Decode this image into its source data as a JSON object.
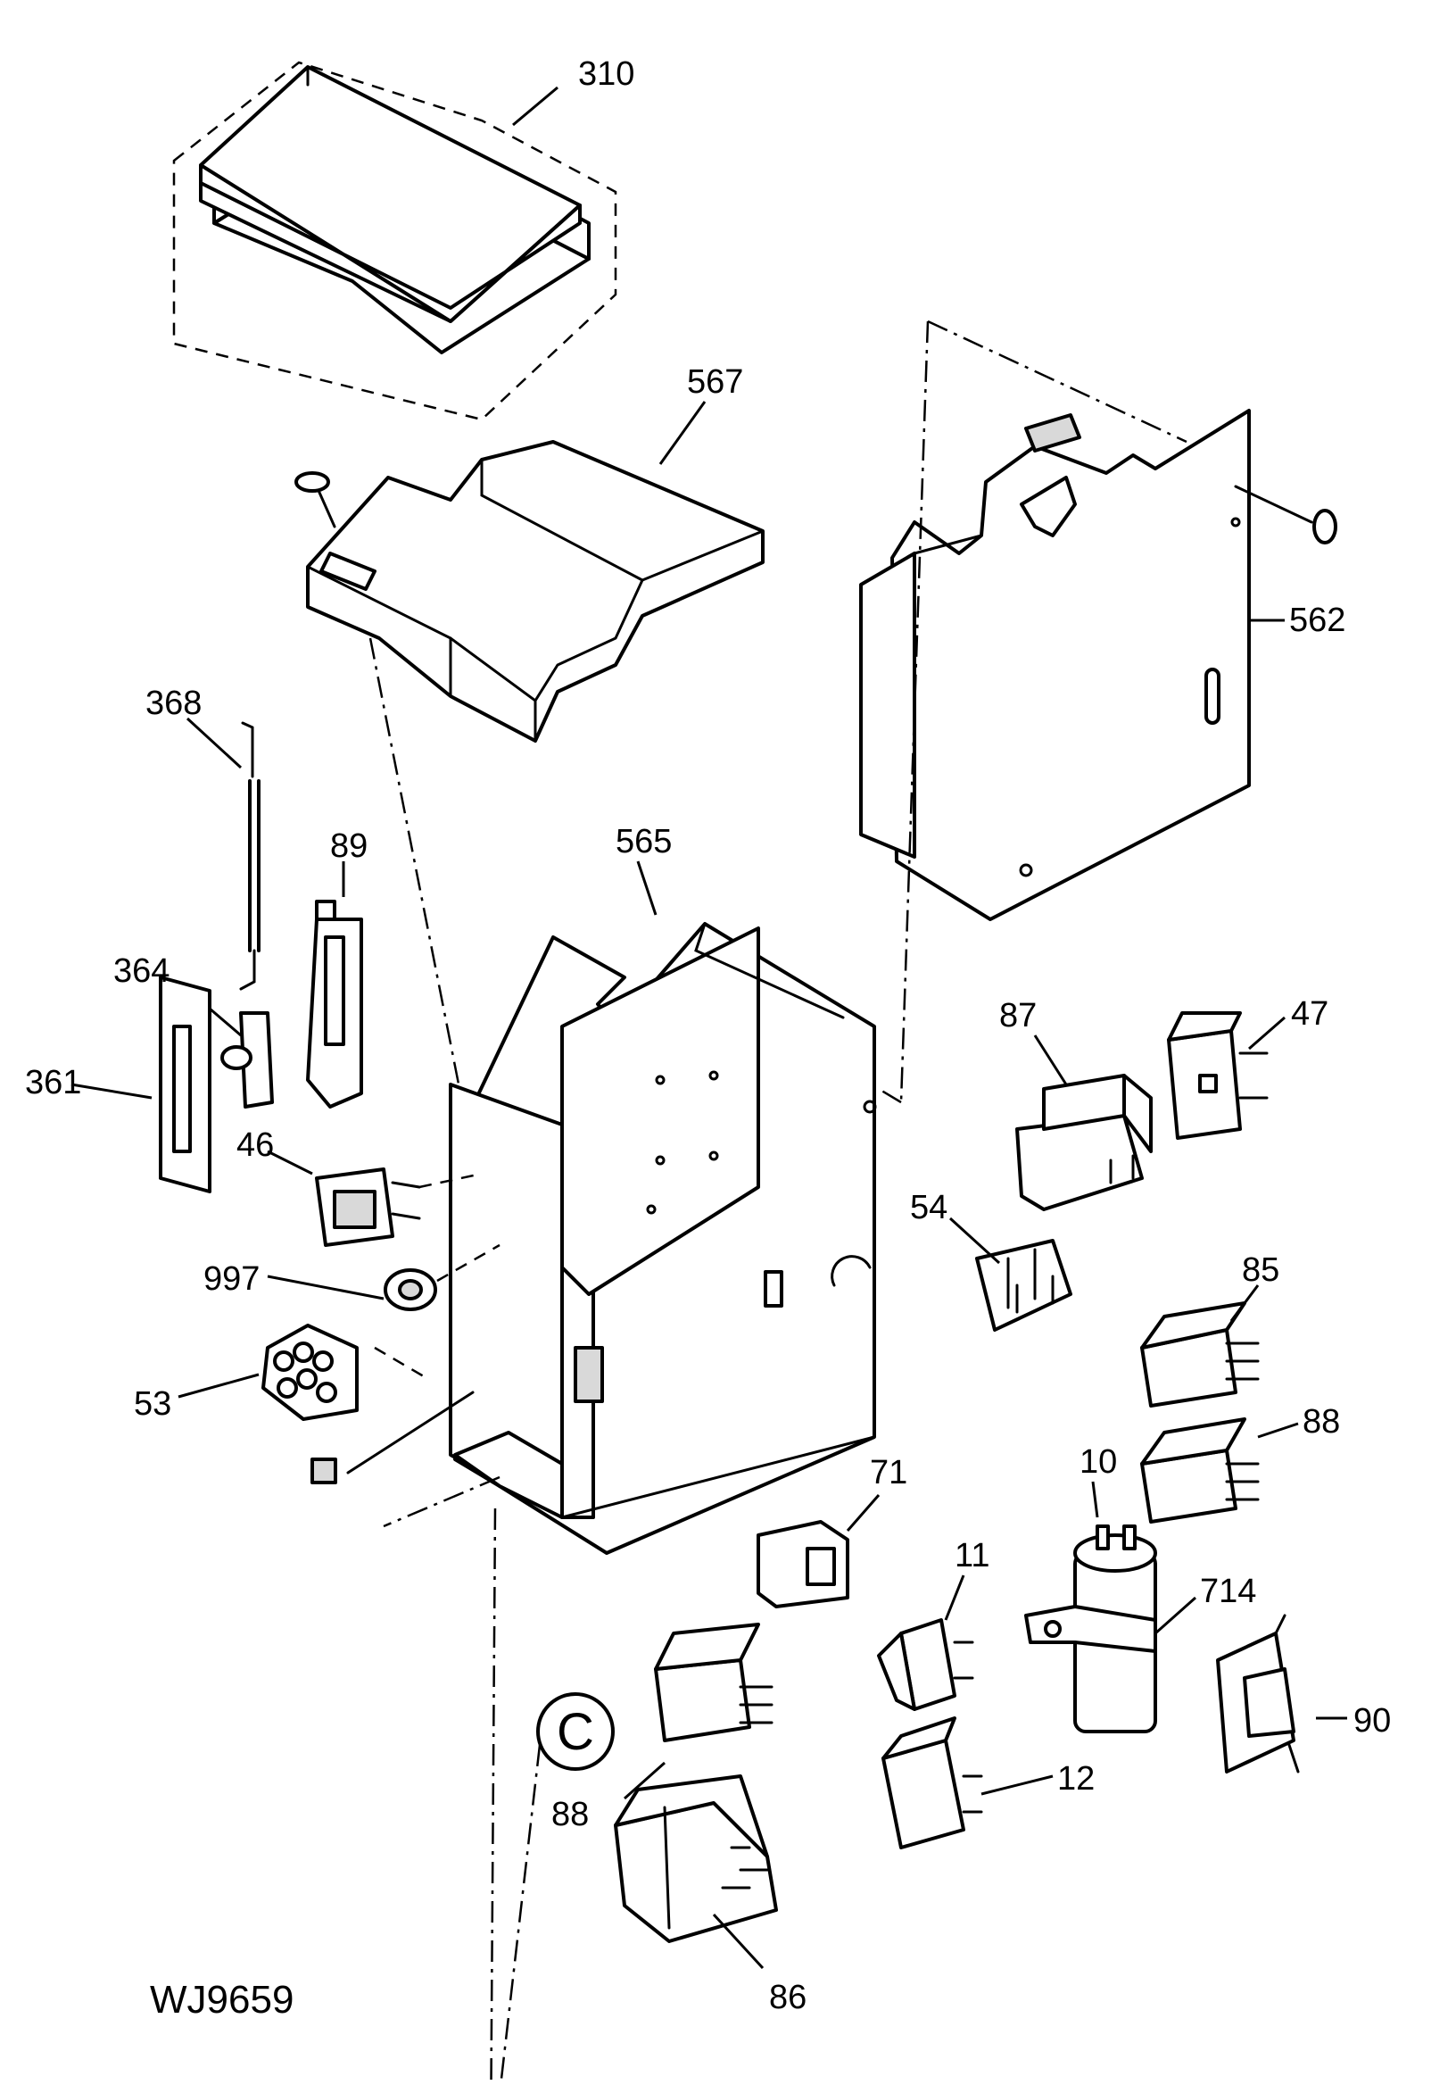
{
  "diagram_code": "WJ9659",
  "section_marker": "C",
  "callouts": {
    "p310": "310",
    "p567": "567",
    "p562": "562",
    "p368": "368",
    "p89": "89",
    "p565": "565",
    "p364": "364",
    "p361": "361",
    "p87": "87",
    "p47": "47",
    "p46": "46",
    "p54": "54",
    "p85": "85",
    "p997": "997",
    "p53": "53",
    "p88a": "88",
    "p71": "71",
    "p10": "10",
    "p11": "11",
    "p714": "714",
    "p88b": "88",
    "p12": "12",
    "p90": "90",
    "p86": "86"
  }
}
